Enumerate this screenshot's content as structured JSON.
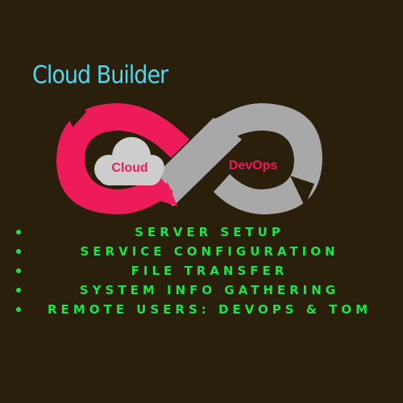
{
  "title": "Cloud Builder",
  "logo": {
    "left_label": "Cloud",
    "right_label": "DevOps",
    "colors": {
      "pink": "#ee1b5a",
      "gray": "#a8a8a8",
      "cloud": "#cdcdcd"
    }
  },
  "features": [
    "SERVER SETUP",
    "SERVICE CONFIGURATION",
    "FILE TRANSFER",
    "SYSTEM INFO GATHERING",
    "REMOTE USERS: DEVOPS & TOM"
  ],
  "colors": {
    "background": "#2a1f0b",
    "title": "#56d3ec",
    "features": "#1fe14e"
  }
}
